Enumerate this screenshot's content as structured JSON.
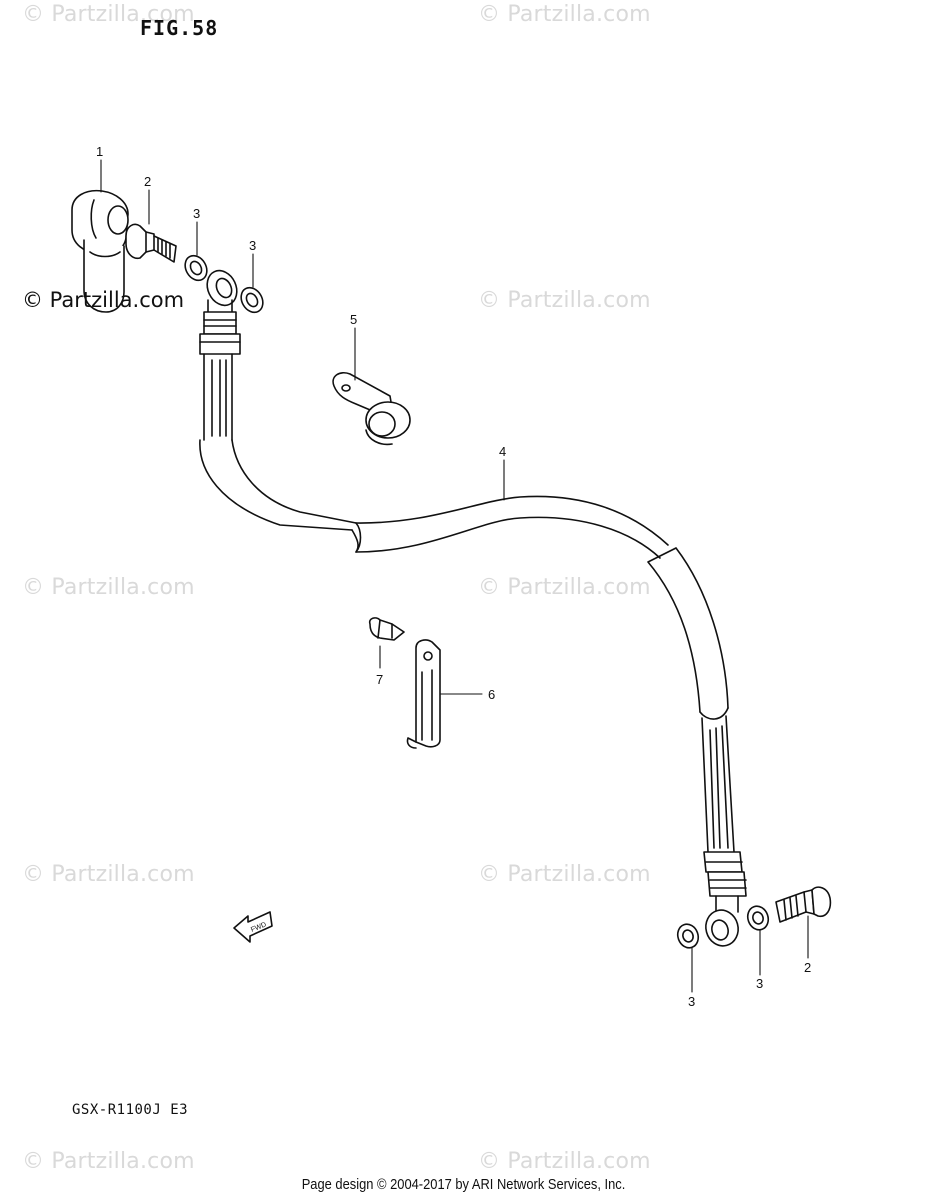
{
  "figure": {
    "title": "FIG.58",
    "model_code": "GSX-R1100J E3"
  },
  "watermarks": {
    "text": "© Partzilla.com",
    "highlighted_text": "© Partzilla.com"
  },
  "callouts": [
    {
      "id": "c1",
      "label": "1"
    },
    {
      "id": "c2a",
      "label": "2"
    },
    {
      "id": "c3a",
      "label": "3"
    },
    {
      "id": "c3b",
      "label": "3"
    },
    {
      "id": "c5",
      "label": "5"
    },
    {
      "id": "c4",
      "label": "4"
    },
    {
      "id": "c7",
      "label": "7"
    },
    {
      "id": "c6",
      "label": "6"
    },
    {
      "id": "c2b",
      "label": "2"
    },
    {
      "id": "c3c",
      "label": "3"
    },
    {
      "id": "c3d",
      "label": "3"
    }
  ],
  "direction_marker": {
    "label": "FWD",
    "icon": "fwd-arrow-icon"
  },
  "footer": {
    "credit": "Page design © 2004-2017 by ARI Network Services, Inc."
  }
}
